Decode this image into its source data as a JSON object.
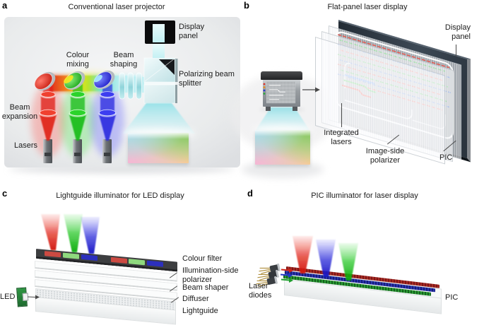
{
  "panels": {
    "a": {
      "letter": "a",
      "title": "Conventional laser projector",
      "labels": {
        "display_panel": "Display panel",
        "colour_mixing": "Colour mixing",
        "beam_shaping": "Beam shaping",
        "polarizing_beam_splitter": "Polarizing beam splitter",
        "beam_expansion": "Beam expansion",
        "lasers": "Lasers"
      }
    },
    "b": {
      "letter": "b",
      "title": "Flat-panel laser display",
      "labels": {
        "display_panel": "Display panel",
        "integrated_lasers": "Integrated lasers",
        "image_side_polarizer": "Image-side polarizer",
        "pic": "PIC"
      }
    },
    "c": {
      "letter": "c",
      "title": "Lightguide illuminator for LED display",
      "labels": {
        "colour_filter": "Colour filter",
        "illumination_side_polarizer": "Illumination-side polarizer",
        "beam_shaper": "Beam shaper",
        "diffuser": "Diffuser",
        "lightguide": "Lightguide",
        "led": "LED"
      }
    },
    "d": {
      "letter": "d",
      "title": "PIC illuminator for laser display",
      "labels": {
        "laser_diodes": "Laser diodes",
        "pic": "PIC"
      }
    }
  },
  "colors": {
    "laser_red": "#e02318",
    "laser_green": "#21c421",
    "laser_blue": "#2a2ae0",
    "beam_cyan": "#bfeef2",
    "display_panel_dark": "#2c3640",
    "image_top_left": "#a5d8e8",
    "image_top_right": "#82c657",
    "image_bottom_left": "#f6b6d4",
    "image_bottom_right": "#f7cb97",
    "text": "#1c1c1c"
  }
}
